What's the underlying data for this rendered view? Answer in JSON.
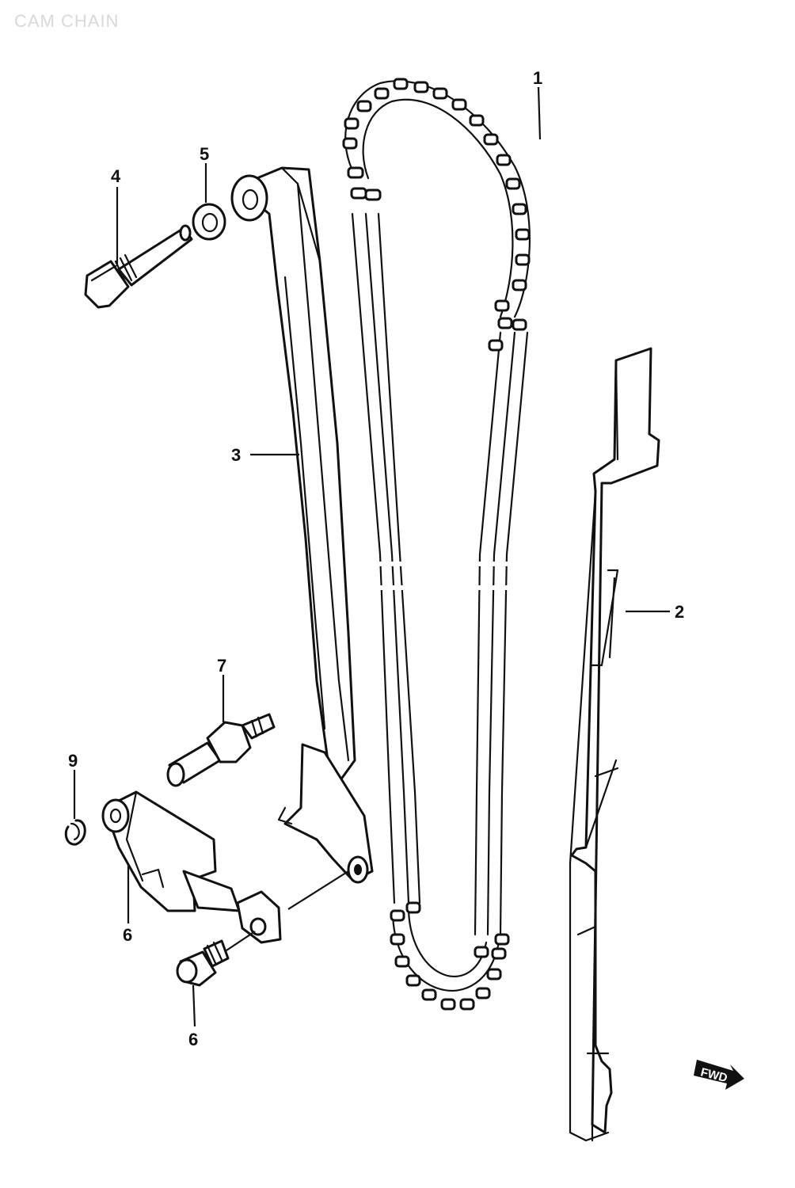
{
  "diagram": {
    "title": "CAM CHAIN",
    "callouts": [
      "1",
      "2",
      "3",
      "4",
      "5",
      "6",
      "7",
      "6",
      "9"
    ],
    "direction_marker": "FWD"
  }
}
